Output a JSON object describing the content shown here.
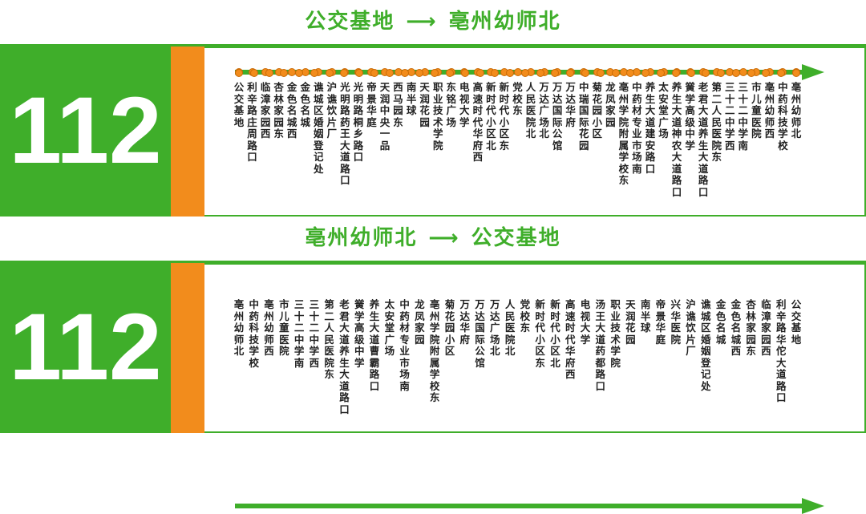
{
  "route_number": "112",
  "arrow": "⟶",
  "colors": {
    "green": "#3fae2a",
    "orange": "#f28c1c"
  },
  "directions": [
    {
      "from": "公交基地",
      "to": "亳州幼师北",
      "stops": [
        "公交基地",
        "利辛路庄周路口",
        "临漳家园西",
        "杏林家园东",
        "金色名城西",
        "金色名城",
        "谯城区婚姻登记处",
        "沪谯饮片厂",
        "光明路药王大道路口",
        "光明路桐乡路口",
        "帝景华庭",
        "天润中央一品",
        "西马园东",
        "南半球",
        "天润花园",
        "职业技术学院",
        "东铭广场",
        "电视大学",
        "高速时代华府西",
        "新时代小区北",
        "新时代小区东",
        "党校东",
        "人民医院北",
        "万达广场北",
        "万达国际公馆",
        "万达华府",
        "中瑞国际花园",
        "菊花园小区",
        "龙凤家园",
        "亳州学院附属学校东",
        "中药材专业市场南",
        "养生大道建安路口",
        "太安堂广场",
        "养生大道神农大道路口",
        "黉学高级中学",
        "老君大道养生大道路口",
        "第二人民医院东",
        "三十二中学西",
        "三十二中学南",
        "市儿童医院",
        "亳州幼师西",
        "中药科技学校",
        "亳州幼师北"
      ]
    },
    {
      "from": "亳州幼师北",
      "to": "公交基地",
      "stops": [
        "亳州幼师北",
        "中药科技学校",
        "亳州幼师西",
        "市儿童医院",
        "三十二中学南",
        "三十二中学西",
        "第二人民医院东",
        "老君大道养生大道路口",
        "黉学高级中学",
        "养生大道曹霸路口",
        "太安堂广场",
        "中药材专业市场南",
        "龙凤家园",
        "亳州学院附属学校东",
        "菊花园小区",
        "万达华府",
        "万达国际公馆",
        "万达广场北",
        "人民医院北",
        "党校东",
        "新时代小区东",
        "新时代小区北",
        "高速时代华府西",
        "电视大学",
        "汤王大道药都路口",
        "职业技术学院",
        "天润花园",
        "南半球",
        "帝景华庭",
        "兴华医院",
        "沪谯饮片厂",
        "谯城区婚姻登记处",
        "金色名城",
        "金色名城西",
        "杏林家园东",
        "临漳家园西",
        "利辛路华佗大道路口",
        "公交基地"
      ]
    }
  ]
}
